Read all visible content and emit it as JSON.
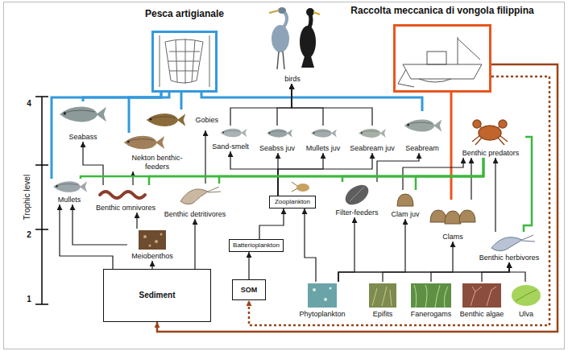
{
  "diagram": {
    "nodes": [
      {
        "text": [
          "Pesca artigianale"
        ]
      },
      {
        "text": [
          "birds"
        ]
      },
      {
        "text": [
          "Raccolta meccanica di vongola filippina"
        ]
      },
      {
        "text": [
          "Seabass"
        ]
      },
      {
        "text": [
          "Gobies"
        ]
      },
      {
        "text": [
          "Nekton benthic-feeders"
        ]
      },
      {
        "text": [
          "Sand-smelt"
        ]
      },
      {
        "text": [
          "Seabss juv"
        ]
      },
      {
        "text": [
          "Mullets juv"
        ]
      },
      {
        "text": [
          "Seabream juv"
        ]
      },
      {
        "text": [
          "Seabream"
        ]
      },
      {
        "text": [
          "Benthic predators"
        ]
      },
      {
        "text": [
          "Mullets"
        ]
      },
      {
        "text": [
          "Benthic omnivores"
        ]
      },
      {
        "text": [
          "Benthic detritivores"
        ]
      },
      {
        "text": [
          "Zooplankton"
        ]
      },
      {
        "text": [
          "Filter-feeders"
        ]
      },
      {
        "text": [
          "Clam juv"
        ]
      },
      {
        "text": [
          "Clams"
        ]
      },
      {
        "text": [
          "Meiobenthos"
        ]
      },
      {
        "text": [
          "Batterioplankton"
        ]
      },
      {
        "text": [
          "Benthic herbivores"
        ]
      },
      {
        "text": [
          "Sediment"
        ]
      },
      {
        "text": [
          "SOM"
        ]
      },
      {
        "text": [
          "Phytoplankton"
        ]
      },
      {
        "text": [
          "Epifits"
        ]
      },
      {
        "text": [
          "Fanerogams"
        ]
      },
      {
        "text": [
          "Benthic algae"
        ]
      },
      {
        "text": [
          "Ulva"
        ]
      }
    ],
    "edges": [
      {
        "from": 0,
        "to": 3,
        "arrow": "none"
      },
      {
        "from": 0,
        "to": 12,
        "arrow": "none"
      },
      {
        "from": 0,
        "to": 5,
        "arrow": "none"
      },
      {
        "from": 0,
        "to": 4,
        "arrow": "none"
      },
      {
        "from": 0,
        "to": 10,
        "arrow": "none"
      },
      {
        "from": 6,
        "to": 1,
        "arrow": "to"
      },
      {
        "from": 7,
        "to": 1,
        "arrow": "to"
      },
      {
        "from": 8,
        "to": 1,
        "arrow": "to"
      },
      {
        "from": 9,
        "to": 1,
        "arrow": "to"
      },
      {
        "from": 2,
        "to": 18,
        "arrow": "none"
      },
      {
        "from": 2,
        "to": 22,
        "arrow": "to"
      },
      {
        "from": 2,
        "to": 23,
        "arrow": "to"
      },
      {
        "from": 13,
        "to": 3,
        "arrow": "to"
      },
      {
        "from": 13,
        "to": 5,
        "arrow": "to"
      },
      {
        "from": 14,
        "to": 4,
        "arrow": "to"
      },
      {
        "from": 15,
        "to": 6,
        "arrow": "to"
      },
      {
        "from": 15,
        "to": 7,
        "arrow": "to"
      },
      {
        "from": 15,
        "to": 8,
        "arrow": "to"
      },
      {
        "from": 15,
        "to": 9,
        "arrow": "to"
      },
      {
        "from": 16,
        "to": 10,
        "arrow": "to"
      },
      {
        "from": 17,
        "to": 11,
        "arrow": "to"
      },
      {
        "from": 18,
        "to": 11,
        "arrow": "to"
      },
      {
        "from": 21,
        "to": 11,
        "arrow": "to"
      },
      {
        "from": 11,
        "to": 12,
        "arrow": "none"
      },
      {
        "from": 11,
        "to": 13,
        "arrow": "none"
      },
      {
        "from": 11,
        "to": 14,
        "arrow": "none"
      },
      {
        "from": 11,
        "to": 16,
        "arrow": "none"
      },
      {
        "from": 11,
        "to": 17,
        "arrow": "none"
      },
      {
        "from": 11,
        "to": 21,
        "arrow": "none"
      },
      {
        "from": 19,
        "to": 13,
        "arrow": "to"
      },
      {
        "from": 19,
        "to": 12,
        "arrow": "to"
      },
      {
        "from": 22,
        "to": 12,
        "arrow": "to"
      },
      {
        "from": 22,
        "to": 19,
        "arrow": "to"
      },
      {
        "from": 22,
        "to": 14,
        "arrow": "to"
      },
      {
        "from": 23,
        "to": 20,
        "arrow": "to"
      },
      {
        "from": 20,
        "to": 15,
        "arrow": "to"
      },
      {
        "from": 24,
        "to": 15,
        "arrow": "to"
      },
      {
        "from": 24,
        "to": 16,
        "arrow": "to"
      },
      {
        "from": 24,
        "to": 17,
        "arrow": "to"
      },
      {
        "from": 24,
        "to": 18,
        "arrow": "to"
      },
      {
        "from": 25,
        "to": 21,
        "arrow": "to"
      },
      {
        "from": 26,
        "to": 21,
        "arrow": "to"
      },
      {
        "from": 27,
        "to": 21,
        "arrow": "to"
      },
      {
        "from": 28,
        "to": 21,
        "arrow": "to"
      }
    ],
    "labels": [
      "Trophic level",
      "4",
      "2",
      "1"
    ]
  }
}
